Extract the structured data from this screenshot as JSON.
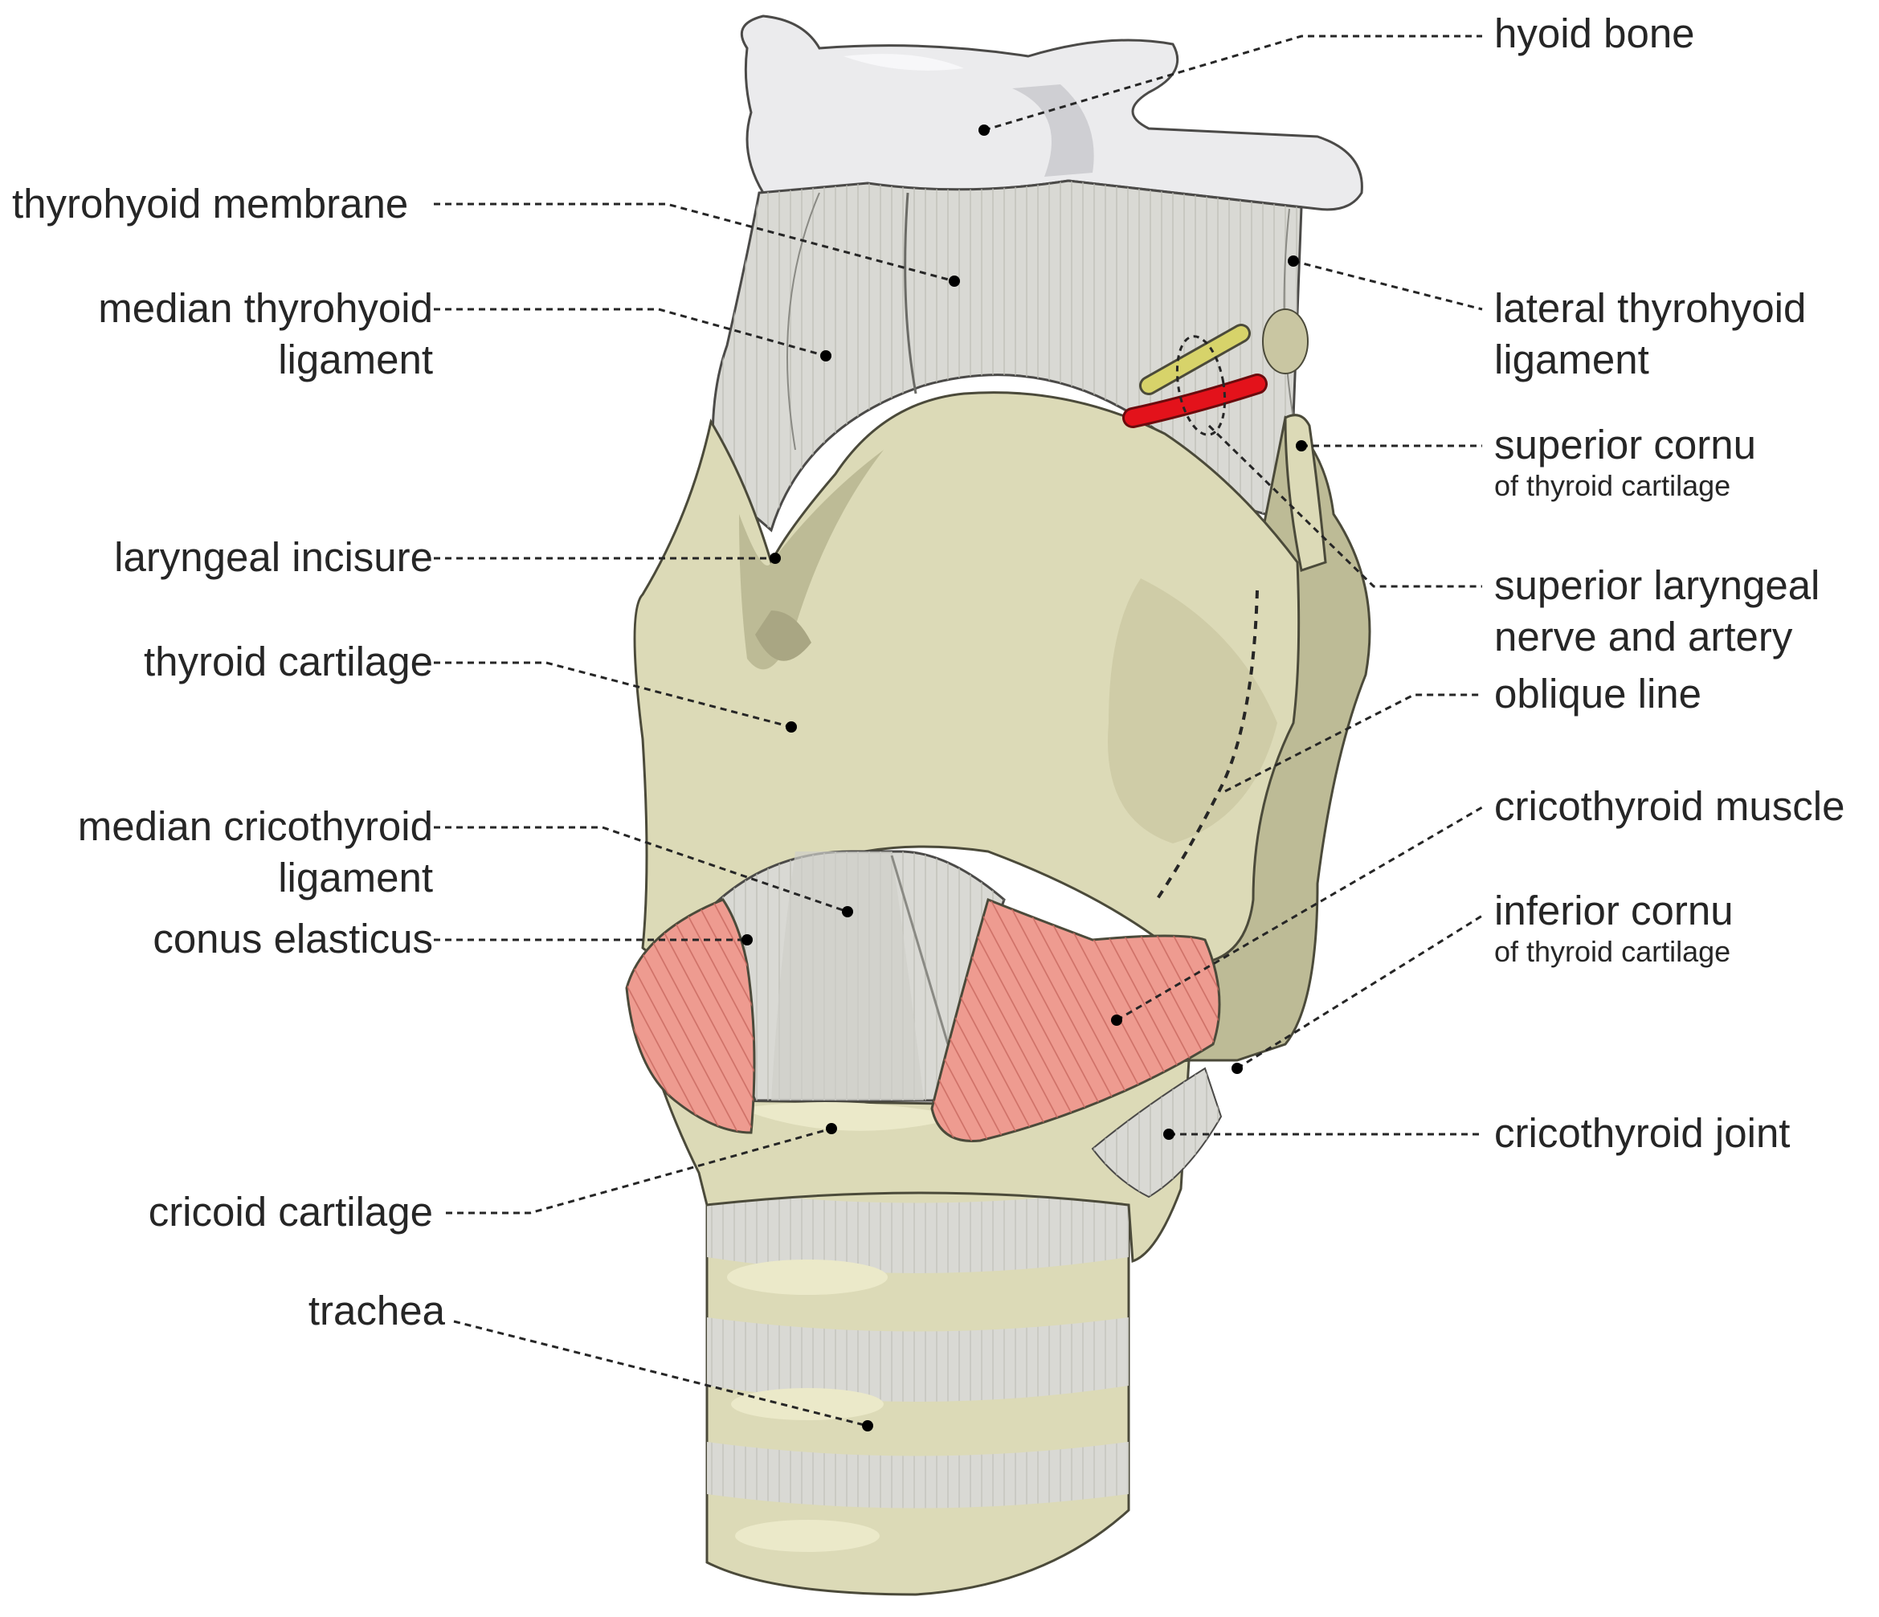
{
  "labels": {
    "hyoid_bone": "hyoid bone",
    "thyrohyoid_membrane": "thyrohyoid membrane",
    "median_thyrohyoid_l1": "median thyrohyoid",
    "median_thyrohyoid_l2": "ligament",
    "lateral_thyrohyoid_l1": "lateral thyrohyoid",
    "lateral_thyrohyoid_l2": "ligament",
    "superior_cornu": "superior cornu",
    "superior_cornu_sub": "of thyroid cartilage",
    "laryngeal_incisure": "laryngeal incisure",
    "superior_laryngeal_l1": "superior laryngeal",
    "superior_laryngeal_l2": "nerve and artery",
    "thyroid_cartilage": "thyroid cartilage",
    "oblique_line": "oblique line",
    "median_cricothyroid_l1": "median cricothyroid",
    "median_cricothyroid_l2": "ligament",
    "cricothyroid_muscle": "cricothyroid muscle",
    "conus_elasticus": "conus elasticus",
    "inferior_cornu": "inferior cornu",
    "inferior_cornu_sub": "of thyroid cartilage",
    "cricothyroid_joint": "cricothyroid joint",
    "cricoid_cartilage": "cricoid cartilage",
    "trachea": "trachea"
  },
  "colors": {
    "cartilage": "#dcdab7",
    "cartilage_shadow": "#bdbb96",
    "cartilage_dark": "#a9a683",
    "membrane": "#d9d9d4",
    "bone": "#ebebed",
    "muscle": "#ee9b90",
    "nerve": "#d7d36a",
    "artery": "#e3121b",
    "leader": "#262626",
    "text": "#262626"
  }
}
